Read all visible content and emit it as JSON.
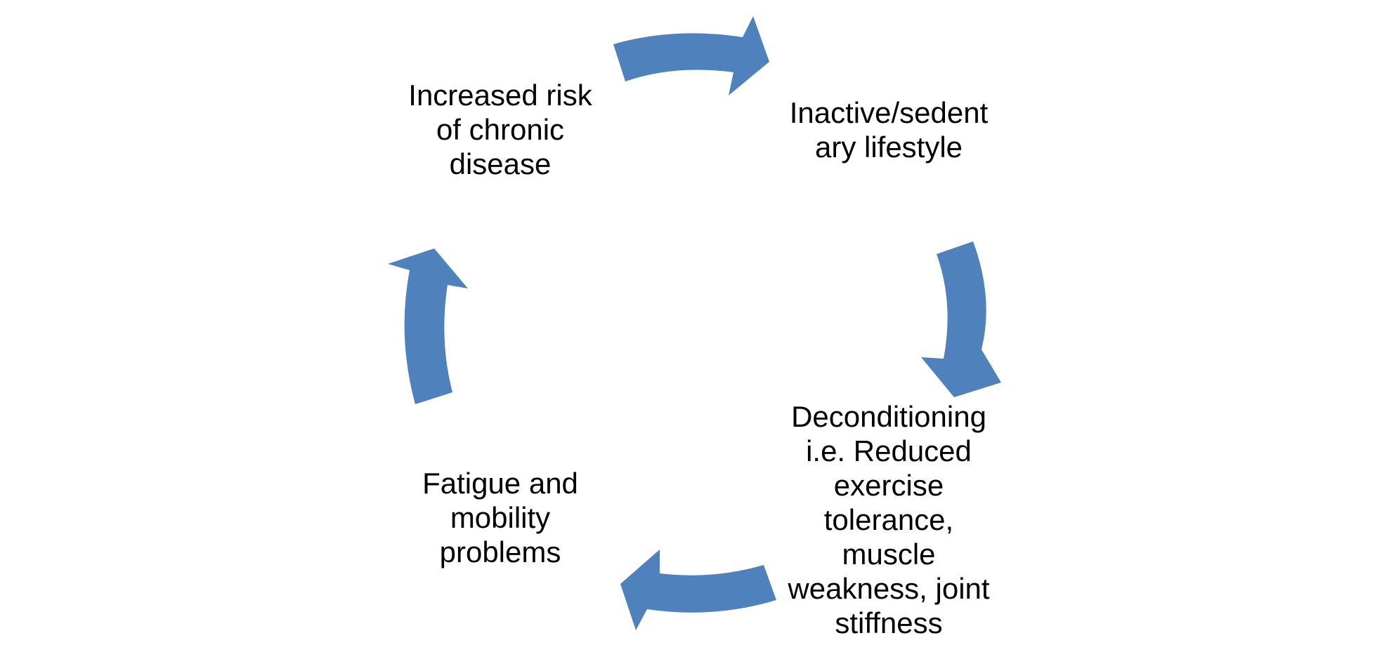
{
  "diagram": {
    "type": "cycle",
    "arrow_color": "#4F81BD",
    "nodes": [
      {
        "lines": [
          "Inactive/sedent",
          "ary lifestyle"
        ]
      },
      {
        "lines": [
          "Deconditioning",
          "i.e. Reduced",
          "exercise",
          "tolerance,",
          "muscle",
          "weakness, joint",
          "stiffness"
        ]
      },
      {
        "lines": [
          "Fatigue and",
          "mobility",
          "problems"
        ]
      },
      {
        "lines": [
          "Increased risk",
          "of chronic",
          "disease"
        ]
      }
    ]
  }
}
